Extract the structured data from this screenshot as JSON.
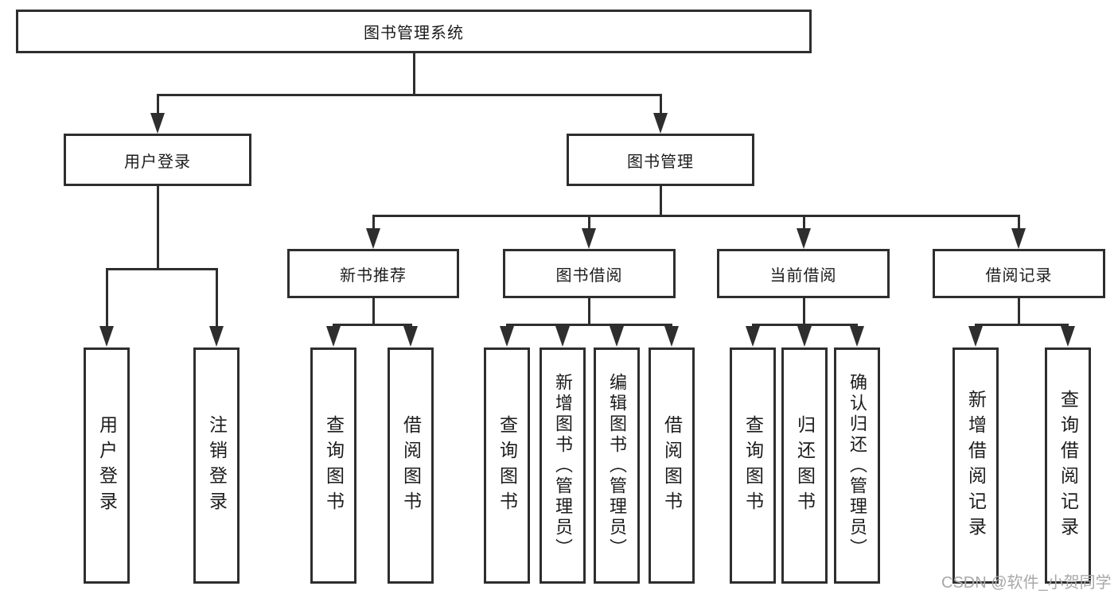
{
  "diagram": {
    "root": {
      "label": "图书管理系统"
    },
    "user_module": {
      "label": "用户登录",
      "children": [
        {
          "label": "用户登录"
        },
        {
          "label": "注销登录"
        }
      ]
    },
    "book_module": {
      "label": "图书管理",
      "sections": [
        {
          "label": "新书推荐",
          "children": [
            {
              "label": "查询图书"
            },
            {
              "label": "借阅图书"
            }
          ]
        },
        {
          "label": "图书借阅",
          "children": [
            {
              "label": "查询图书"
            },
            {
              "label": "新增图书（管理员）"
            },
            {
              "label": "编辑图书（管理员）"
            },
            {
              "label": "借阅图书"
            }
          ]
        },
        {
          "label": "当前借阅",
          "children": [
            {
              "label": "查询图书"
            },
            {
              "label": "归还图书"
            },
            {
              "label": "确认归还（管理员）"
            }
          ]
        },
        {
          "label": "借阅记录",
          "children": [
            {
              "label": "新增借阅记录"
            },
            {
              "label": "查询借阅记录"
            }
          ]
        }
      ]
    },
    "watermark": "CSDN @软件_小贺同学",
    "colors": {
      "line": "#2e2e2e",
      "text": "#1c1c1c",
      "watermark": "#a8a8a8",
      "background": "#ffffff"
    }
  }
}
